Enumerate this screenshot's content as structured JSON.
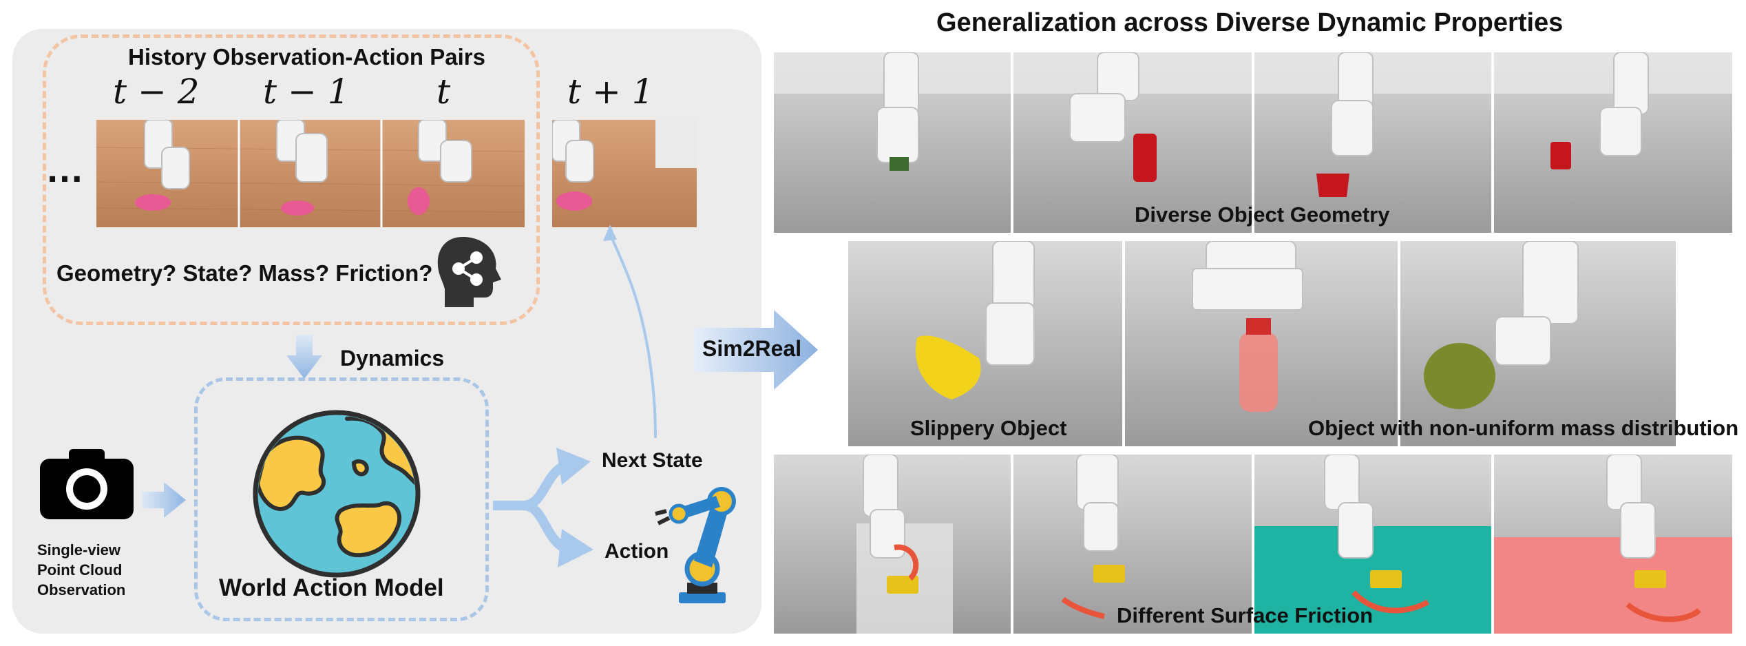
{
  "history": {
    "title": "History Observation-Action Pairs",
    "time_labels": [
      "t − 2",
      "t − 1",
      "t",
      "t + 1"
    ],
    "ellipsis": "…",
    "question": "Geometry? State? Mass? Friction?"
  },
  "dynamics_label": "Dynamics",
  "world_model": {
    "label": "World Action Model"
  },
  "observation": {
    "label_lines": [
      "Single-view",
      "Point Cloud",
      "Observation"
    ]
  },
  "outputs": {
    "next_state": "Next State",
    "action": "Action"
  },
  "sim2real": "Sim2Real",
  "right": {
    "title": "Generalization across Diverse Dynamic Properties",
    "row1_caption": "Diverse Object Geometry",
    "row2_caption_left": "Slippery  Object",
    "row2_caption_right": "Object with non-uniform mass distribution",
    "row3_caption": "Different  Surface Friction"
  },
  "colors": {
    "panel_bg": "#ececec",
    "history_border": "#f4c4a2",
    "model_border": "#a9c6e6",
    "arrow_blue": "#a8c8ec",
    "globe_ocean": "#5fc4d6",
    "globe_land": "#f9c846",
    "robot_blue": "#2c82c9",
    "robot_yellow": "#f2c12e",
    "wood": "#c8936a"
  },
  "icons": {
    "camera": "camera-icon",
    "brain": "brain-share-icon",
    "globe": "globe-icon",
    "robot_arm": "robot-arm-icon"
  }
}
